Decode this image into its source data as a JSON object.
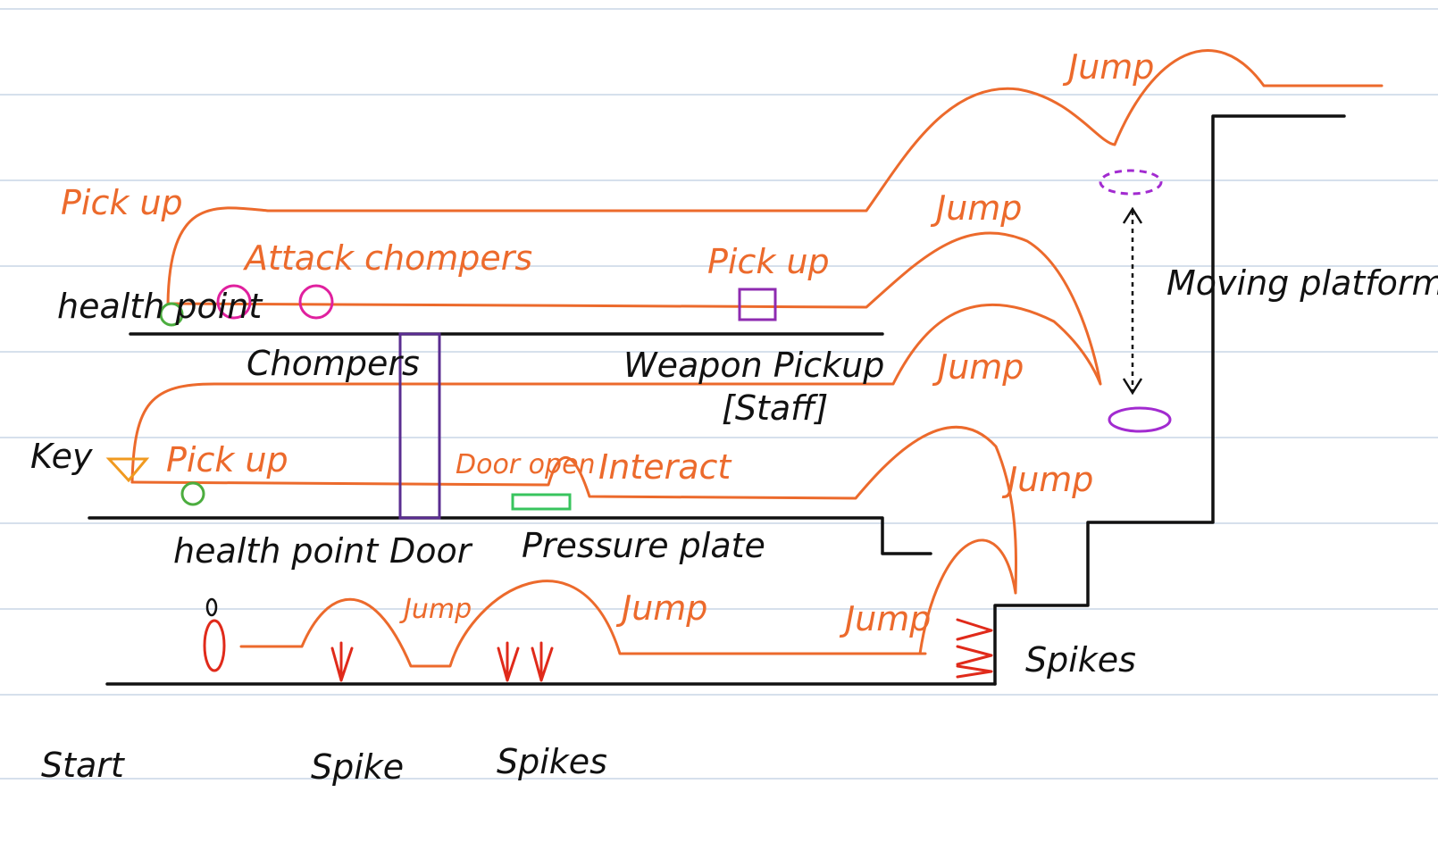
{
  "colors": {
    "paper": "#ffffff",
    "rule": "#c9d6e6",
    "ink": "#111111",
    "path": "#ec6a2c",
    "pickup_health": "#4cad3f",
    "chomper": "#e0209e",
    "weapon": "#8e2bb0",
    "door": "#5a2d91",
    "plate": "#38c45e",
    "platform": "#a22bd0",
    "spike": "#e02a1a",
    "key": "#f09a20",
    "player": "#e02a1a"
  },
  "labels": {
    "start": "Start",
    "spike": "Spike",
    "spikes_floor": "Spikes",
    "spikes_wall": "Spikes",
    "health_point_upper": "health point",
    "health_point_lower": "health point",
    "chompers": "Chompers",
    "weapon_pickup": "Weapon Pickup",
    "weapon_staff": "[Staff]",
    "key": "Key",
    "door": "Door",
    "pressure_plate": "Pressure plate",
    "moving_platform": "Moving platform"
  },
  "actions": {
    "pick_up_top": "Pick up",
    "attack_chompers": "Attack chompers",
    "pick_up_weapon": "Pick up",
    "pick_up_key": "Pick up",
    "door_open": "Door open",
    "interact": "Interact",
    "jump_floor_1": "Jump",
    "jump_floor_2": "Jump",
    "jump_floor_3": "Jump",
    "jump_wall": "Jump",
    "jump_mid": "Jump",
    "jump_upper": "Jump",
    "jump_top": "Jump"
  }
}
